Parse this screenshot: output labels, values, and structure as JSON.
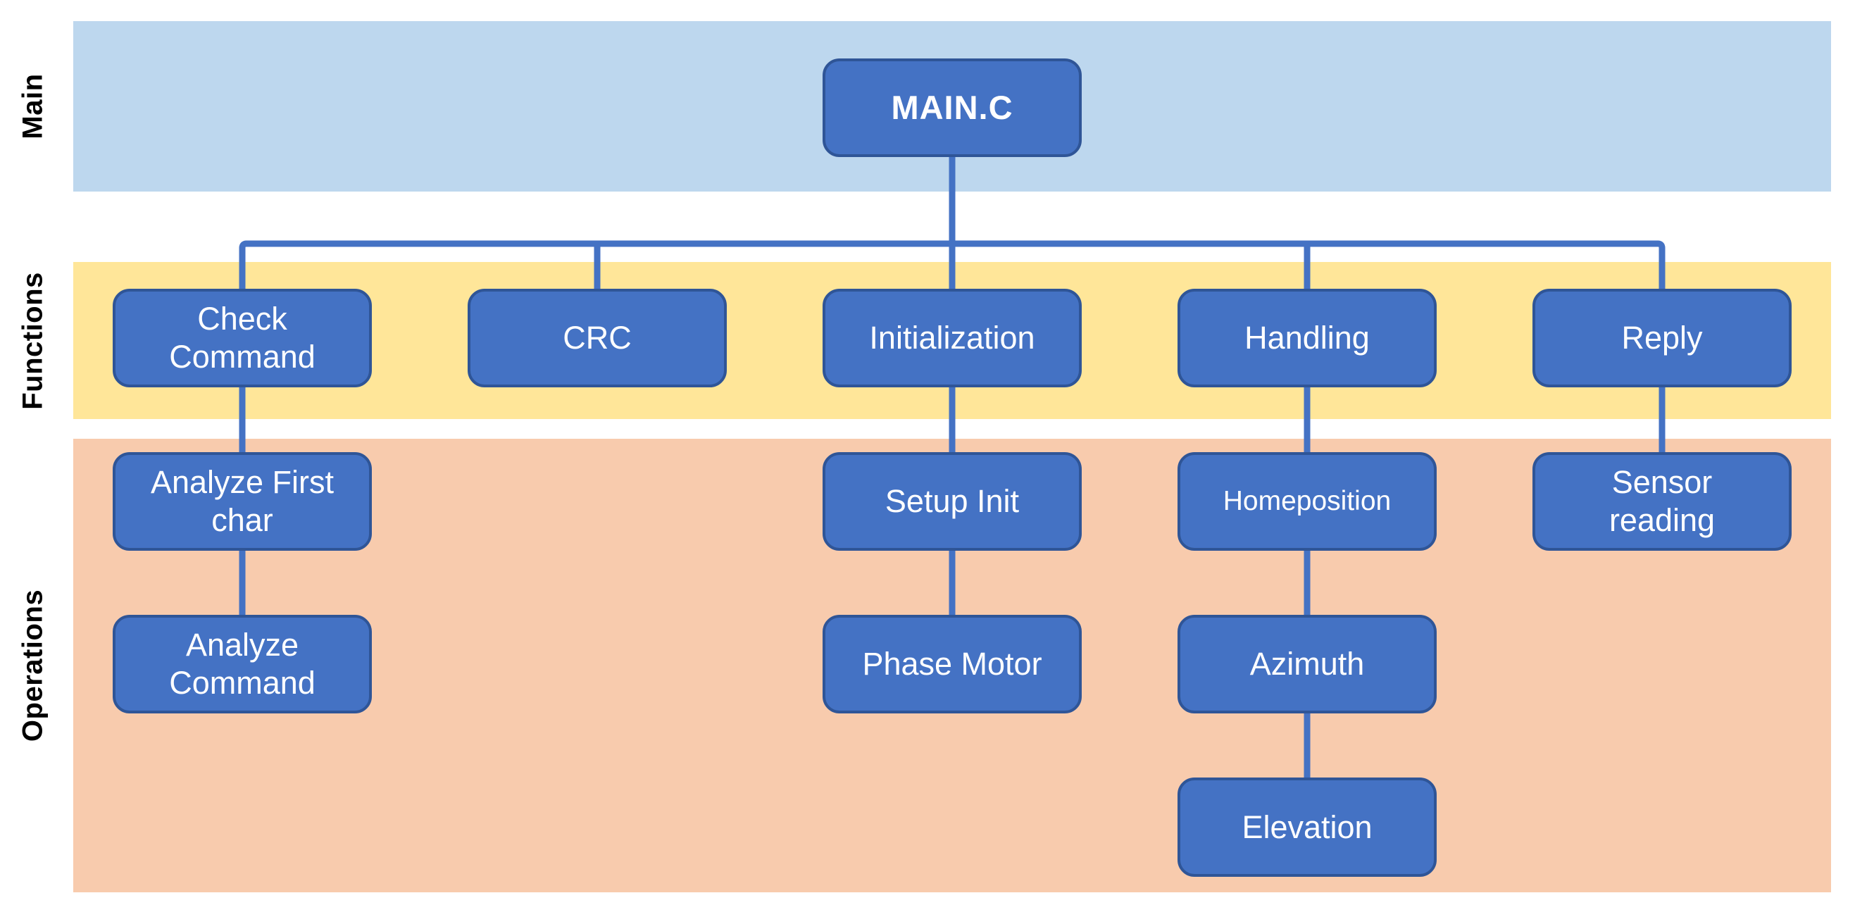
{
  "bands": [
    {
      "id": "main",
      "label": "Main",
      "color": "#BDD7EE"
    },
    {
      "id": "functions",
      "label": "Functions",
      "color": "#FFE699"
    },
    {
      "id": "operations",
      "label": "Operations",
      "color": "#F8CBAD"
    }
  ],
  "nodes": {
    "main_c": {
      "label": "MAIN.C",
      "band": "Main"
    },
    "check_command": {
      "label": "Check\nCommand",
      "band": "Functions"
    },
    "crc": {
      "label": "CRC",
      "band": "Functions"
    },
    "initialization": {
      "label": "Initialization",
      "band": "Functions"
    },
    "handling": {
      "label": "Handling",
      "band": "Functions"
    },
    "reply": {
      "label": "Reply",
      "band": "Functions"
    },
    "analyze_first_char": {
      "label": "Analyze First\nchar",
      "band": "Operations"
    },
    "setup_init": {
      "label": "Setup Init",
      "band": "Operations"
    },
    "homeposition": {
      "label": "Homeposition",
      "band": "Operations"
    },
    "sensor_reading": {
      "label": "Sensor\nreading",
      "band": "Operations"
    },
    "analyze_command": {
      "label": "Analyze\nCommand",
      "band": "Operations"
    },
    "phase_motor": {
      "label": "Phase Motor",
      "band": "Operations"
    },
    "azimuth": {
      "label": "Azimuth",
      "band": "Operations"
    },
    "elevation": {
      "label": "Elevation",
      "band": "Operations"
    }
  },
  "edges": [
    {
      "from": "main_c",
      "to": "check_command"
    },
    {
      "from": "main_c",
      "to": "crc"
    },
    {
      "from": "main_c",
      "to": "initialization"
    },
    {
      "from": "main_c",
      "to": "handling"
    },
    {
      "from": "main_c",
      "to": "reply"
    },
    {
      "from": "check_command",
      "to": "analyze_first_char"
    },
    {
      "from": "analyze_first_char",
      "to": "analyze_command"
    },
    {
      "from": "initialization",
      "to": "setup_init"
    },
    {
      "from": "setup_init",
      "to": "phase_motor"
    },
    {
      "from": "handling",
      "to": "homeposition"
    },
    {
      "from": "homeposition",
      "to": "azimuth"
    },
    {
      "from": "azimuth",
      "to": "elevation"
    },
    {
      "from": "reply",
      "to": "sensor_reading"
    }
  ],
  "colors": {
    "node_fill": "#4472C4",
    "node_border": "#2F5597",
    "connector": "#4472C4",
    "node_text": "#FFFFFF",
    "band_label_text": "#000000",
    "background": "#FFFFFF"
  }
}
